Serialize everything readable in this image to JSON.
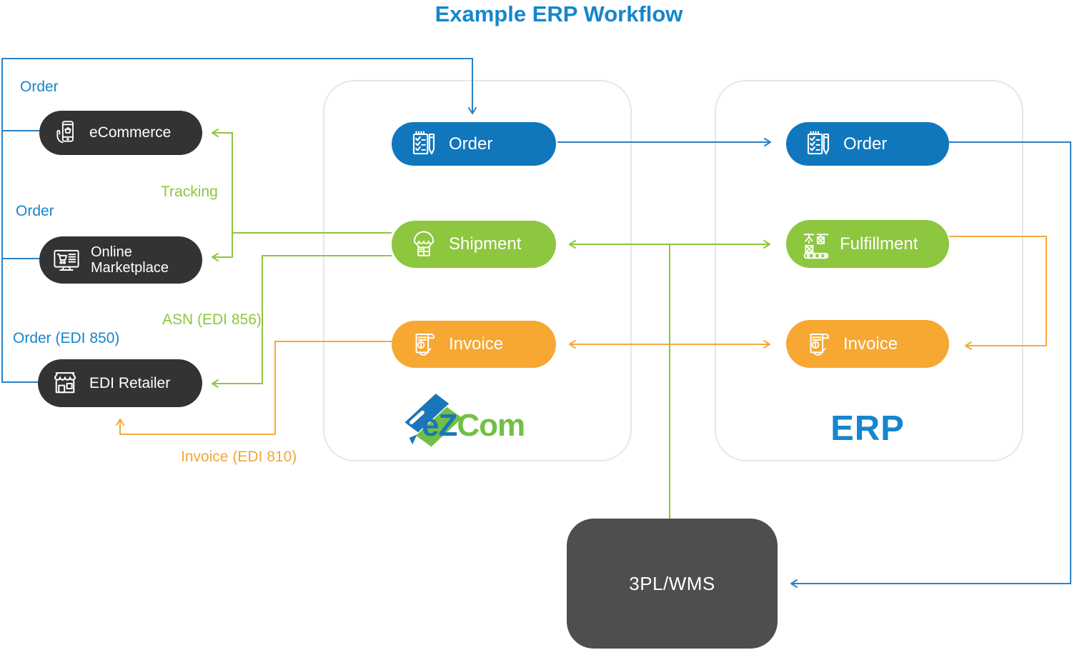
{
  "title": "Example ERP Workflow",
  "palette": {
    "blue_text": "#1586cc",
    "blue_pill": "#1077bd",
    "blue_line": "#2b81c5",
    "green": "#8dc63f",
    "orange_pill": "#f6a832",
    "orange_line": "#f5a93d",
    "channel_box": "#333333",
    "wms_box": "#4e4e4e",
    "container_border": "#e7e7e7"
  },
  "channels": {
    "ecommerce": {
      "label": "eCommerce"
    },
    "marketplace": {
      "label": "Online Marketplace"
    },
    "edi_retailer": {
      "label": "EDI Retailer"
    }
  },
  "flow_labels": {
    "order_ecommerce": "Order",
    "order_marketplace": "Order",
    "order_edi": "Order (EDI 850)",
    "tracking": "Tracking",
    "asn": "ASN (EDI 856)",
    "invoice_edi": "Invoice (EDI 810)"
  },
  "ezcom": {
    "pills": {
      "order": "Order",
      "shipment": "Shipment",
      "invoice": "Invoice"
    },
    "logo_text_1": "eZ",
    "logo_text_2": "Com"
  },
  "erp": {
    "pills": {
      "order": "Order",
      "fulfillment": "Fulfillment",
      "invoice": "Invoice"
    },
    "name": "ERP"
  },
  "warehouse": {
    "label": "3PL/WMS"
  }
}
